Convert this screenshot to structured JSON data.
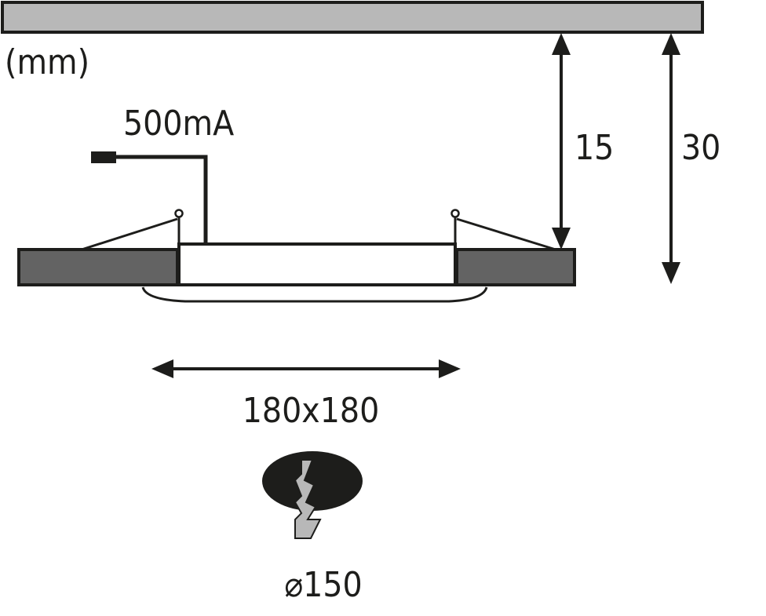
{
  "diagram": {
    "unit_label": "(mm)",
    "current_label": "500mA",
    "depth_label": "15",
    "clearance_label": "30",
    "size_label": "180x180",
    "cutout_label": "⌀150"
  },
  "colors": {
    "line": "#1d1d1b",
    "ceiling_fill": "#b8b8b8",
    "panel_fill": "#636363",
    "cutout_fill": "#1d1d1b",
    "bolt_fill": "#b8b8b8",
    "background": "#ffffff"
  }
}
